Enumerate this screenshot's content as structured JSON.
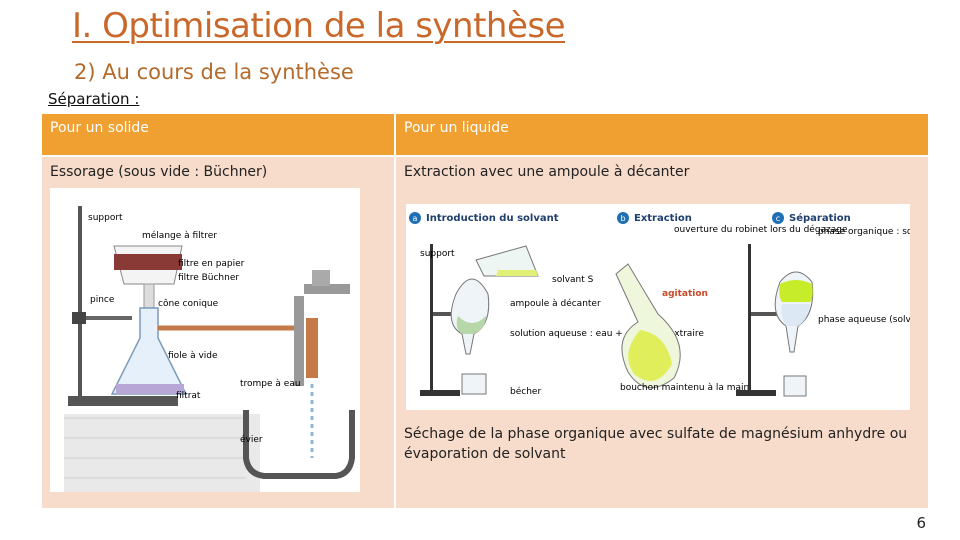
{
  "slide": {
    "title": "I. Optimisation de la synthèse",
    "subtitle": "2) Au cours de la synthèse",
    "section_label": "Séparation :",
    "page_number": "6"
  },
  "table": {
    "headers": [
      "Pour un solide",
      "Pour un liquide"
    ],
    "solid_method": "Essorage (sous vide : Büchner)",
    "liquid_method": "Extraction avec une ampoule à décanter",
    "liquid_caption": "Séchage de la phase organique avec sulfate de magnésium anhydre ou évaporation de solvant"
  },
  "buchner_figure": {
    "labels": {
      "support": "support",
      "melange": "mélange à filtrer",
      "filtre_papier": "filtre en papier",
      "filtre_buchner": "filtre Büchner",
      "pince": "pince",
      "cone": "cône conique",
      "fiole": "fiole à vide",
      "trompe": "trompe à eau",
      "filtrat": "filtrat",
      "evier": "évier"
    }
  },
  "extraction_figure": {
    "steps": [
      {
        "letter": "a",
        "title": "Introduction du solvant"
      },
      {
        "letter": "b",
        "title": "Extraction"
      },
      {
        "letter": "c",
        "title": "Séparation"
      }
    ],
    "labels": {
      "support": "support",
      "solvant": "solvant S",
      "ampoule": "ampoule à décanter",
      "solution": "solution aqueuse : eau + espèce à extraire",
      "becher": "bécher",
      "ouverture": "ouverture du robinet lors du dégazage",
      "agitation": "agitation",
      "bouchon": "bouchon maintenu à la main",
      "phase_org": "phase organique : solvant S + espèce extraite",
      "phase_aq": "phase aqueuse (solvant : eau)"
    }
  }
}
